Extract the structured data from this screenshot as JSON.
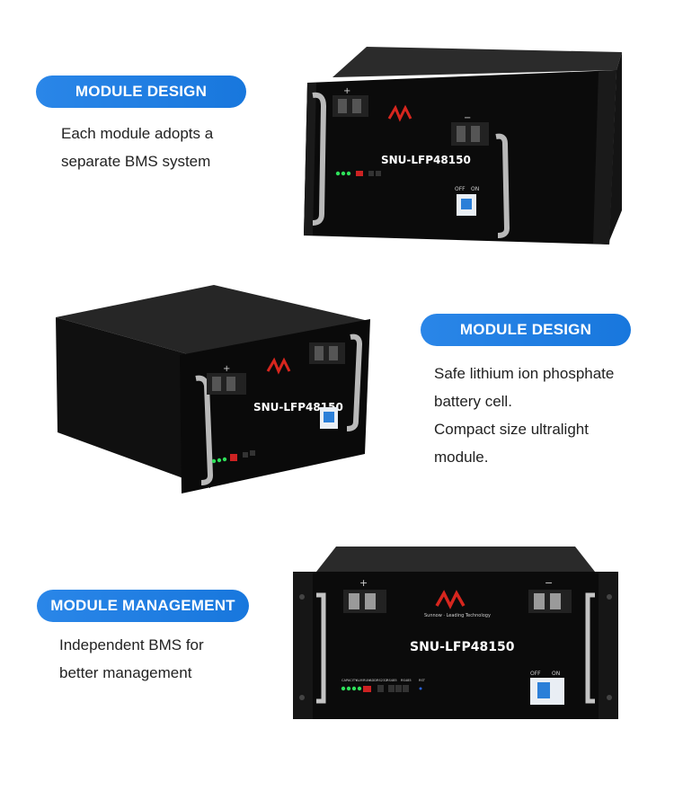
{
  "sections": [
    {
      "pill": "MODULE DESIGN",
      "lines": [
        "Each module adopts a",
        "separate BMS system"
      ]
    },
    {
      "pill": "MODULE DESIGN",
      "lines": [
        "Safe lithium ion phosphate",
        "battery cell.",
        "Compact size ultralight",
        "module."
      ]
    },
    {
      "pill": "MODULE MANAGEMENT",
      "lines": [
        "Independent BMS for",
        "better management"
      ]
    }
  ],
  "product": {
    "model": "SNU-LFP48150",
    "brand_tagline": "Sunnow · Leading Technology",
    "switch_off": "OFF",
    "switch_on": "ON",
    "plus": "+",
    "minus": "−",
    "port_labels": [
      "CAPACITY",
      "ALM",
      "RUN",
      "ADD",
      "RS232",
      "RS485",
      "RS485",
      "RST"
    ]
  },
  "colors": {
    "accent": "#1e7fe3",
    "brand_red": "#d7261e",
    "panel": "#101010",
    "led_green": "#2ee05a"
  }
}
